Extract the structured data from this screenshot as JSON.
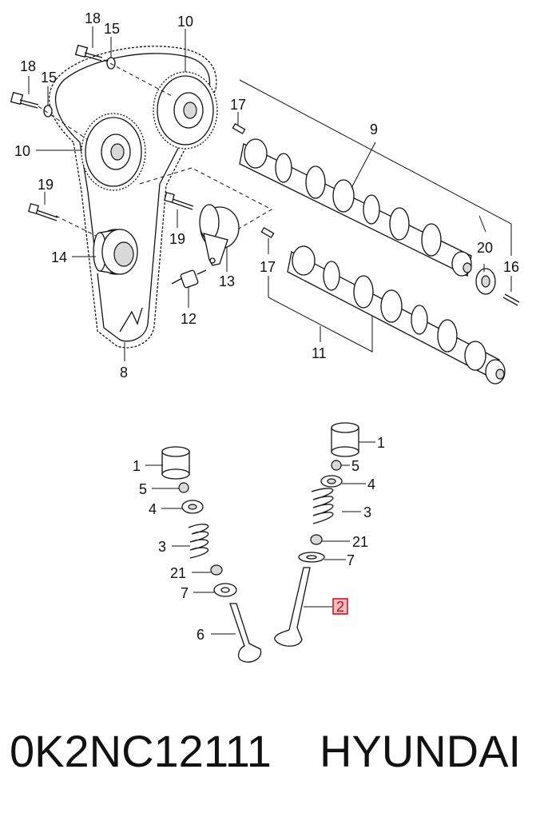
{
  "diagram": {
    "callouts": {
      "c18a": "18",
      "c15a": "15",
      "c10a": "10",
      "c18b": "18",
      "c15b": "15",
      "c10b": "10",
      "c17a": "17",
      "c9": "9",
      "c19a": "19",
      "c19b": "19",
      "c14": "14",
      "c13": "13",
      "c12": "12",
      "c8": "8",
      "c17b": "17",
      "c11": "11",
      "c20": "20",
      "c16": "16",
      "l1": "1",
      "l5": "5",
      "l4": "4",
      "l3": "3",
      "l21": "21",
      "l7": "7",
      "l6": "6",
      "r1": "1",
      "r5": "5",
      "r4": "4",
      "r3": "3",
      "r21": "21",
      "r7": "7",
      "r2": "2"
    },
    "highlight_color": "#d0021b"
  },
  "caption": {
    "part_number": "0K2NC12111",
    "brand": "HYUNDAI"
  }
}
